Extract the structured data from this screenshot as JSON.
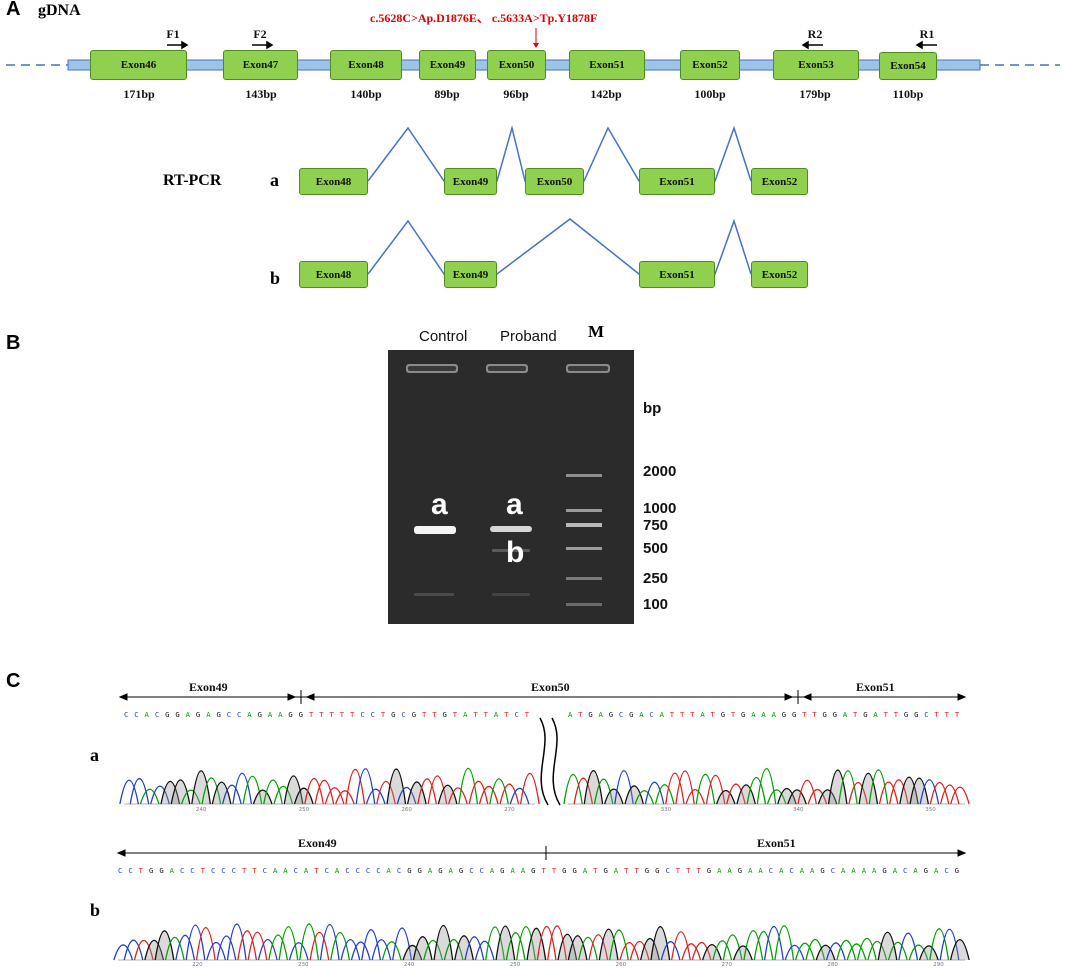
{
  "panels": {
    "A": "A",
    "B": "B",
    "C": "C"
  },
  "panelA": {
    "gdna_label": "gDNA",
    "mutation_label": "c.5628C>Ap.D1876E、 c.5633A>Tp.Y1878F",
    "exons": [
      "Exon46",
      "Exon47",
      "Exon48",
      "Exon49",
      "Exon50",
      "Exon51",
      "Exon52",
      "Exon53",
      "Exon54"
    ],
    "sizes": [
      "171bp",
      "143bp",
      "140bp",
      "89bp",
      "96bp",
      "142bp",
      "100bp",
      "179bp",
      "110bp"
    ],
    "primers": {
      "F1": "F1",
      "F2": "F2",
      "R2": "R2",
      "R1": "R1"
    },
    "rtpcr_label": "RT-PCR",
    "isoform_a_label": "a",
    "isoform_b_label": "b",
    "isoform_a_exons": [
      "Exon48",
      "Exon49",
      "Exon50",
      "Exon51",
      "Exon52"
    ],
    "isoform_b_exons": [
      "Exon48",
      "Exon49",
      "Exon51",
      "Exon52"
    ]
  },
  "panelB": {
    "lanes": {
      "control": "Control",
      "proband": "Proband",
      "marker": "M"
    },
    "unit": "bp",
    "ladder": [
      "2000",
      "1000",
      "750",
      "500",
      "250",
      "100"
    ],
    "band_a_control": "a",
    "band_a_proband": "a",
    "band_b_proband": "b"
  },
  "panelC": {
    "trace_a_label": "a",
    "trace_b_label": "b",
    "trace_a_regions": [
      "Exon49",
      "Exon50",
      "Exon51"
    ],
    "trace_b_regions": [
      "Exon49",
      "Exon51"
    ],
    "trace_a_seq_left": "CCACGGAGAGCCAGAAGGTTTTTCCTGCGTTGTATTATCT",
    "trace_a_seq_right": "ATGAGCGACATTTATGTGAAAGGTTGGATGATTGGCTTT",
    "trace_a_ticks_left": [
      "240",
      "250",
      "260",
      "270"
    ],
    "trace_a_ticks_right": [
      "330",
      "340",
      "350"
    ],
    "trace_b_seq": "CCTGGACCTCCCTTCAACATCACCCCACGGAGAGCCAGAAGTTGGATGATTGGCTTTGAAGAACACAAGCAAAAGACAGACG",
    "trace_b_ticks": [
      "220",
      "230",
      "240",
      "250",
      "260",
      "270",
      "280",
      "290"
    ]
  },
  "colors": {
    "exon_fill": "#8fd14f",
    "intron_bar": "#9dc3e6",
    "splice_line": "#4472c4",
    "mutation_red": "#e00000",
    "A": "#00a000",
    "C": "#1f3fd0",
    "G": "#111111",
    "T": "#e02020"
  }
}
